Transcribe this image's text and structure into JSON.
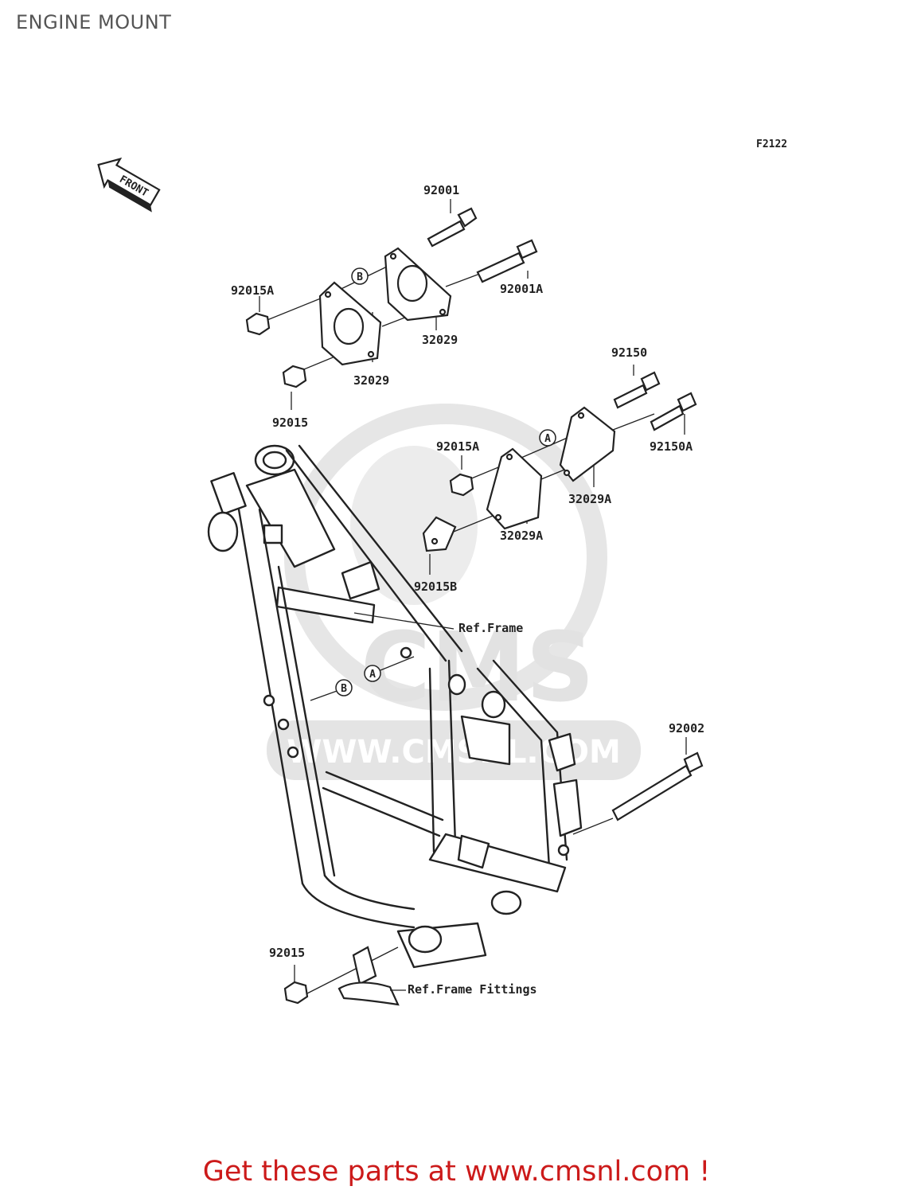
{
  "title": "ENGINE MOUNT",
  "figure_code": "F2122",
  "front_label": "FRONT",
  "watermark": {
    "brand": "CMS",
    "url": "WWW.CMSNL.COM"
  },
  "parts": [
    {
      "id": "92001",
      "label": "92001"
    },
    {
      "id": "92001A",
      "label": "92001A"
    },
    {
      "id": "92015A_top",
      "label": "92015A"
    },
    {
      "id": "32029_a",
      "label": "32029"
    },
    {
      "id": "32029_b",
      "label": "32029"
    },
    {
      "id": "92015_top",
      "label": "92015"
    },
    {
      "id": "92150",
      "label": "92150"
    },
    {
      "id": "92150A",
      "label": "92150A"
    },
    {
      "id": "92015A_mid",
      "label": "92015A"
    },
    {
      "id": "32029A_a",
      "label": "32029A"
    },
    {
      "id": "32029A_b",
      "label": "32029A"
    },
    {
      "id": "92015B",
      "label": "92015B"
    },
    {
      "id": "92002",
      "label": "92002"
    },
    {
      "id": "92015_bottom",
      "label": "92015"
    }
  ],
  "markers": {
    "a": "A",
    "b": "B"
  },
  "references": {
    "frame": "Ref.Frame",
    "frame_fittings": "Ref.Frame Fittings"
  },
  "call_to_action": "Get these parts at www.cmsnl.com !",
  "colors": {
    "title": "#555555",
    "cta": "#cc1a1a",
    "line": "#222222",
    "watermark": "#e0e0e0"
  }
}
